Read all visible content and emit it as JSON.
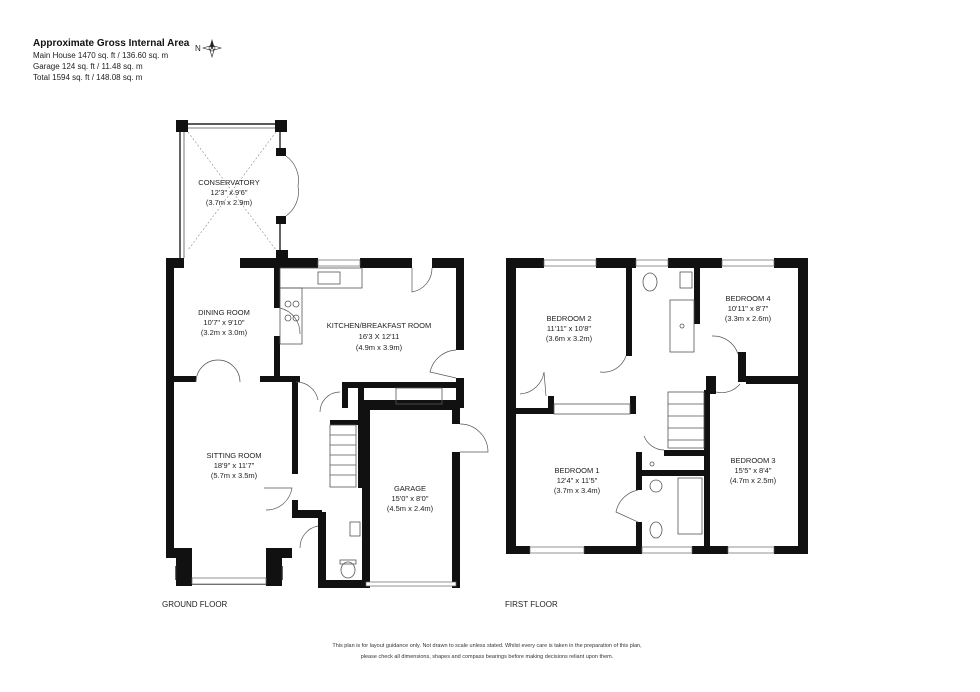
{
  "header": {
    "title": "Approximate Gross Internal Area",
    "lines": [
      "Main House 1470 sq. ft / 136.60 sq. m",
      "Garage 124 sq. ft / 11.48 sq. m",
      "Total 1594 sq. ft / 148.08 sq. m"
    ],
    "compass_icon": "compass-icon",
    "compass_letter": "N"
  },
  "floors": {
    "ground": "GROUND FLOOR",
    "first": "FIRST FLOOR"
  },
  "rooms": {
    "conservatory": {
      "name": "CONSERVATORY",
      "dims": "12'3\" x 9'6\"",
      "metric": "(3.7m x 2.9m)"
    },
    "dining": {
      "name": "DINING ROOM",
      "dims": "10'7\" x 9'10\"",
      "metric": "(3.2m x 3.0m)"
    },
    "kitchen": {
      "name": "KITCHEN/BREAKFAST ROOM",
      "dims": "16'3 X 12'11",
      "metric": "(4.9m x 3.9m)"
    },
    "sitting": {
      "name": "SITTING ROOM",
      "dims": "18'9\" x 11'7\"",
      "metric": "(5.7m x 3.5m)"
    },
    "garage": {
      "name": "GARAGE",
      "dims": "15'0\" x 8'0\"",
      "metric": "(4.5m x 2.4m)"
    },
    "bedroom2": {
      "name": "BEDROOM 2",
      "dims": "11'11\" x 10'8\"",
      "metric": "(3.6m x 3.2m)"
    },
    "bedroom4": {
      "name": "BEDROOM 4",
      "dims": "10'11\" x 8'7\"",
      "metric": "(3.3m x 2.6m)"
    },
    "bedroom1": {
      "name": "BEDROOM 1",
      "dims": "12'4\" x 11'5\"",
      "metric": "(3.7m x 3.4m)"
    },
    "bedroom3": {
      "name": "BEDROOM 3",
      "dims": "15'5\" x 8'4\"",
      "metric": "(4.7m x 2.5m)"
    }
  },
  "disclaimer": [
    "This plan is for layout guidance only.  Not drawn to scale unless stated. Whilst every care is taken in the preparation of this plan,",
    "please check all dimensions, shapes and compass bearings before making decisions reliant upon them."
  ]
}
